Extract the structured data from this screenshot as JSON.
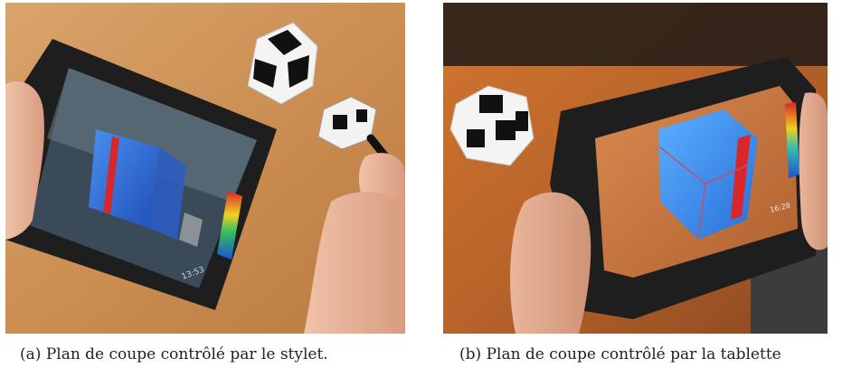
{
  "figures": [
    {
      "label": "(a)",
      "caption": "Plan de coupe contrôlé par le stylet.",
      "screen_clock": "13:53"
    },
    {
      "label": "(b)",
      "caption": "Plan de coupe contrôlé par la tablette",
      "screen_clock": "16:28"
    }
  ],
  "colors": {
    "desk": "#c98a4e",
    "tablet_bezel": "#1e1e1e",
    "volume_blue": "#2d6fd6",
    "cut_plane_red": "#d8262b",
    "skin": "#e8b49a"
  }
}
